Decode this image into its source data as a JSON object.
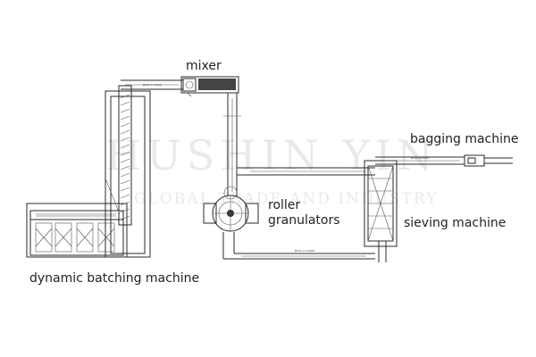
{
  "labels": {
    "mixer": "mixer",
    "bagging_machine": "bagging machine",
    "roller_1": "roller",
    "roller_2": "granulators",
    "sieving_machine": "sieving machine",
    "dynamic_batching_machine": "dynamic batching machine"
  },
  "watermark": {
    "brand": "HUSHIN YIN",
    "line2": "GLOBAL TRADE AND INDUSTRY"
  }
}
